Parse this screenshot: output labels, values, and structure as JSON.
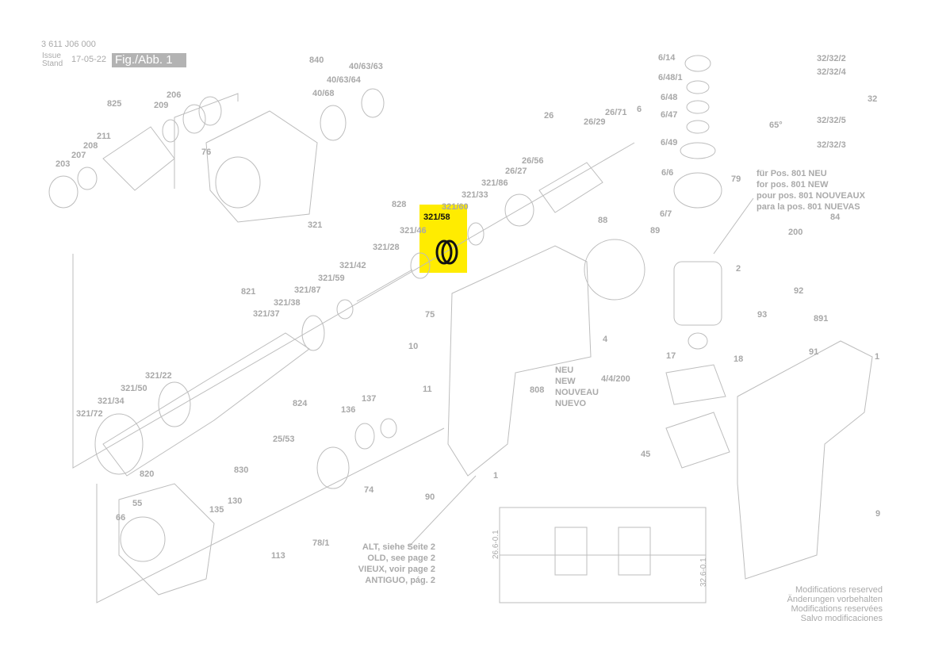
{
  "header": {
    "part_number": "3 611 J06 000",
    "issue_label": "Issue",
    "stand_label": "Stand",
    "date": "17-05-22",
    "figure": "Fig./Abb. 1"
  },
  "highlight": {
    "part": "321/58",
    "color": "#ffec00"
  },
  "labels": [
    "840",
    "40/63/63",
    "40/63/64",
    "40/68",
    "825",
    "206",
    "209",
    "211",
    "208",
    "207",
    "203",
    "76",
    "26",
    "26/71",
    "26/29",
    "26/56",
    "26/27",
    "321/86",
    "321/33",
    "321/60",
    "321/58",
    "828",
    "321",
    "321/46",
    "321/28",
    "321/42",
    "321/59",
    "821",
    "321/87",
    "321/38",
    "321/37",
    "321/22",
    "321/50",
    "321/34",
    "321/72",
    "75",
    "10",
    "11",
    "808",
    "824",
    "136",
    "137",
    "25/53",
    "830",
    "820",
    "55",
    "135",
    "130",
    "66",
    "113",
    "78/1",
    "74",
    "90",
    "1",
    "45",
    "4",
    "4/4/200",
    "17",
    "18",
    "2",
    "93",
    "92",
    "891",
    "91",
    "1",
    "9",
    "200",
    "84",
    "88",
    "89",
    "79",
    "6/7",
    "6/6",
    "6/49",
    "6/47",
    "6/48",
    "6/48/1",
    "6/14",
    "6",
    "32/32/2",
    "32/32/4",
    "32",
    "32/32/5",
    "32/32/3",
    "65°"
  ],
  "new_note": [
    "NEU",
    "NEW",
    "NOUVEAU",
    "NUEVO"
  ],
  "pos801_note": [
    "für Pos. 801 NEU",
    "for pos. 801 NEW",
    "pour pos. 801 NOUVEAUX",
    "para la pos. 801 NUEVAS"
  ],
  "old_note": [
    "ALT, siehe Seite 2",
    "OLD, see page 2",
    "VIEUX, voir page 2",
    "ANTIGUO, pág. 2"
  ],
  "dimensions": [
    "26.6-0.1",
    "32.6-0.1"
  ],
  "modifications": [
    "Modifications reserved",
    "Änderungen vorbehalten",
    "Modifications reservées",
    "Salvo modificaciones"
  ]
}
